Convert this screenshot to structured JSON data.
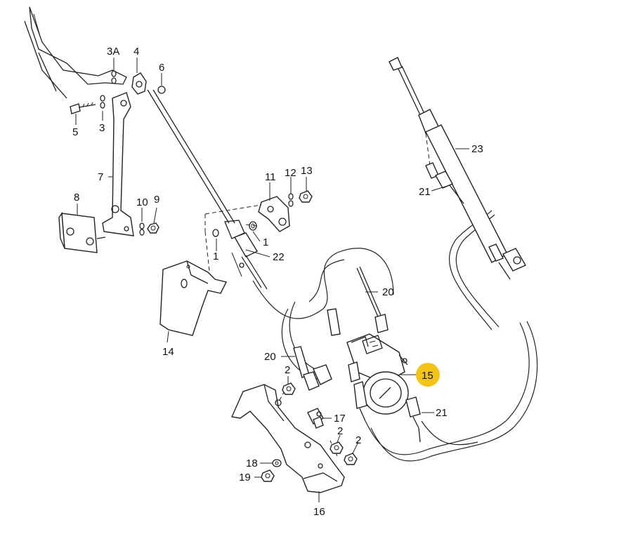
{
  "colors": {
    "highlight": "#f2c418",
    "ink": "#222222",
    "background": "#ffffff"
  },
  "labels": {
    "l1a": "1",
    "l1b": "1",
    "l2a": "2",
    "l2b": "2",
    "l2c": "2",
    "l3": "3",
    "l3a": "3A",
    "l4": "4",
    "l5": "5",
    "l6": "6",
    "l7": "7",
    "l8": "8",
    "l9": "9",
    "l10": "10",
    "l11": "11",
    "l12": "12",
    "l13": "13",
    "l14": "14",
    "l15": "15",
    "l16": "16",
    "l17": "17",
    "l18": "18",
    "l19": "19",
    "l20a": "20",
    "l20b": "20",
    "l21a": "21",
    "l21b": "21",
    "l22": "22",
    "l23": "23"
  }
}
